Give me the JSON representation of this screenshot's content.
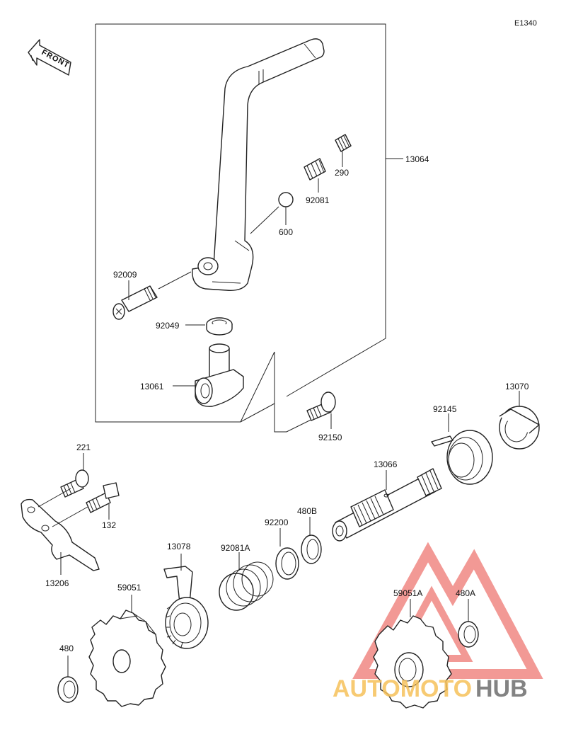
{
  "diagram_code": "E1340",
  "front_label": "FRONT",
  "labels": {
    "p13064": "13064",
    "p290": "290",
    "p92081": "92081",
    "p600": "600",
    "p92009": "92009",
    "p92049": "92049",
    "p13061": "13061",
    "p92150": "92150",
    "p13070": "13070",
    "p92145": "92145",
    "p13066": "13066",
    "p221": "221",
    "p132": "132",
    "p13206": "13206",
    "p92200": "92200",
    "p480B": "480B",
    "p13078": "13078",
    "p92081A": "92081A",
    "p59051": "59051",
    "p59051A": "59051A",
    "p480A": "480A",
    "p480": "480"
  },
  "watermark": {
    "part1": "AUTOMOTO",
    "part2": "HUB",
    "colors": {
      "triangle": "#e8463f",
      "text_orange": "#f6c15a",
      "text_gray": "#6e6e6e"
    }
  }
}
